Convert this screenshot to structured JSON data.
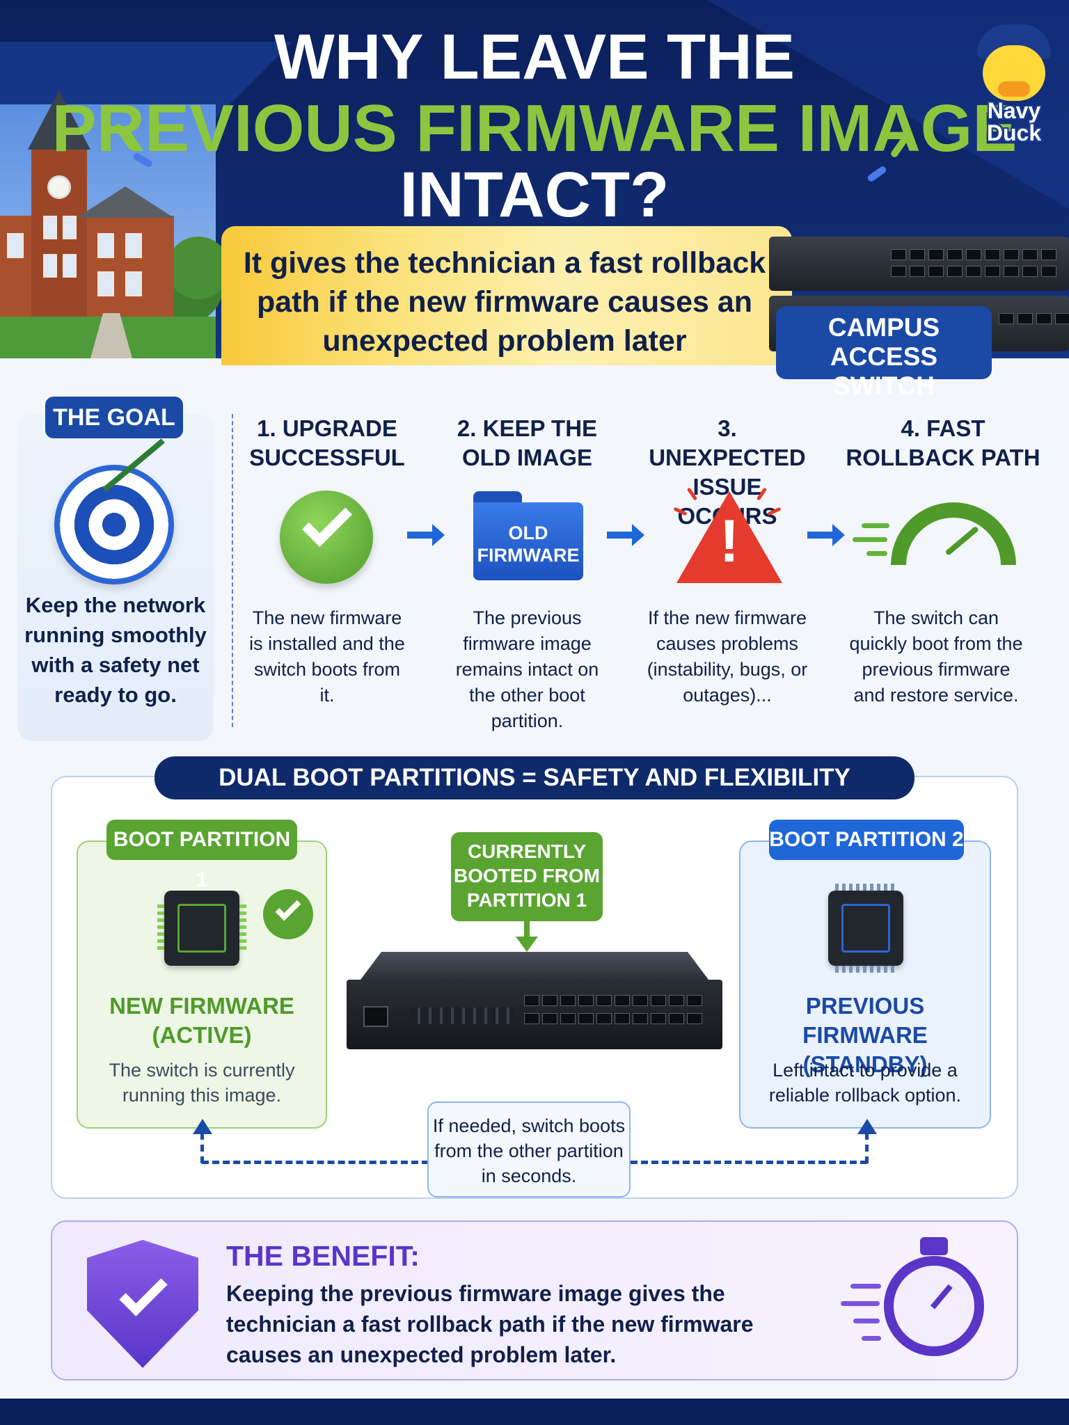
{
  "hero": {
    "title_line1": "WHY LEAVE THE",
    "title_line2": "PREVIOUS FIRMWARE IMAGE",
    "title_line3": "INTACT?",
    "subtitle": "It gives the technician a fast rollback path if the new firmware causes an unexpected problem later",
    "switch_label": "CAMPUS ACCESS SWITCH",
    "logo_line1": "Navy",
    "logo_line2": "Duck"
  },
  "goal": {
    "badge": "THE GOAL",
    "text": "Keep the network running smoothly with a safety net ready to go."
  },
  "steps": [
    {
      "title": "1. UPGRADE SUCCESSFUL",
      "text": "The new firmware is installed and the switch boots from it."
    },
    {
      "title": "2. KEEP THE OLD IMAGE",
      "icon_label": "OLD FIRMWARE",
      "text": "The previous firmware image remains intact on the other boot partition."
    },
    {
      "title": "3. UNEXPECTED ISSUE OCCURS",
      "text": "If the new firmware causes problems (instability, bugs, or outages)..."
    },
    {
      "title": "4. FAST ROLLBACK PATH",
      "text": "The switch can quickly boot from the previous firmware and restore service."
    }
  ],
  "dual": {
    "header": "DUAL BOOT PARTITIONS = SAFETY AND FLEXIBILITY",
    "partition1": {
      "badge": "BOOT PARTITION 1",
      "title": "NEW FIRMWARE (ACTIVE)",
      "desc": "The switch is currently running this image."
    },
    "partition2": {
      "badge": "BOOT PARTITION 2",
      "title": "PREVIOUS FIRMWARE (STANDBY)",
      "desc": "Left intact to provide a reliable rollback option."
    },
    "current": "CURRENTLY BOOTED FROM PARTITION 1",
    "rollback": "If needed, switch boots from the other partition in seconds."
  },
  "benefit": {
    "title": "THE BENEFIT:",
    "text": "Keeping the previous firmware image gives the technician a fast rollback path if the new firmware causes an unexpected problem later."
  },
  "colors": {
    "navy": "#0b1f5c",
    "green": "#8cc63f",
    "blue": "#1f66d9",
    "red": "#e53a2e",
    "purple": "#5a35c8",
    "yellow": "#f8c93a"
  }
}
